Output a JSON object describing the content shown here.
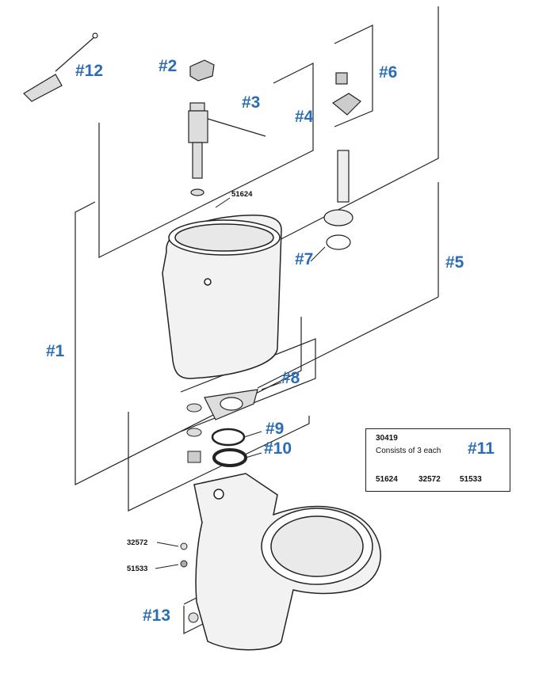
{
  "colors": {
    "callout": "#2B6DB5",
    "line": "#222222"
  },
  "callouts": {
    "c1": "#1",
    "c2": "#2",
    "c3": "#3",
    "c4": "#4",
    "c5": "#5",
    "c6": "#6",
    "c7": "#7",
    "c8": "#8",
    "c9": "#9",
    "c10": "#10",
    "c11": "#11",
    "c12": "#12",
    "c13": "#13"
  },
  "part_numbers": {
    "screw": "51624",
    "washer": "32572",
    "nut": "51533"
  },
  "kit_box": {
    "kit_number": "30419",
    "description": "Consists of 3 each",
    "callout": "#11",
    "parts": [
      "51624",
      "32572",
      "51533"
    ]
  }
}
